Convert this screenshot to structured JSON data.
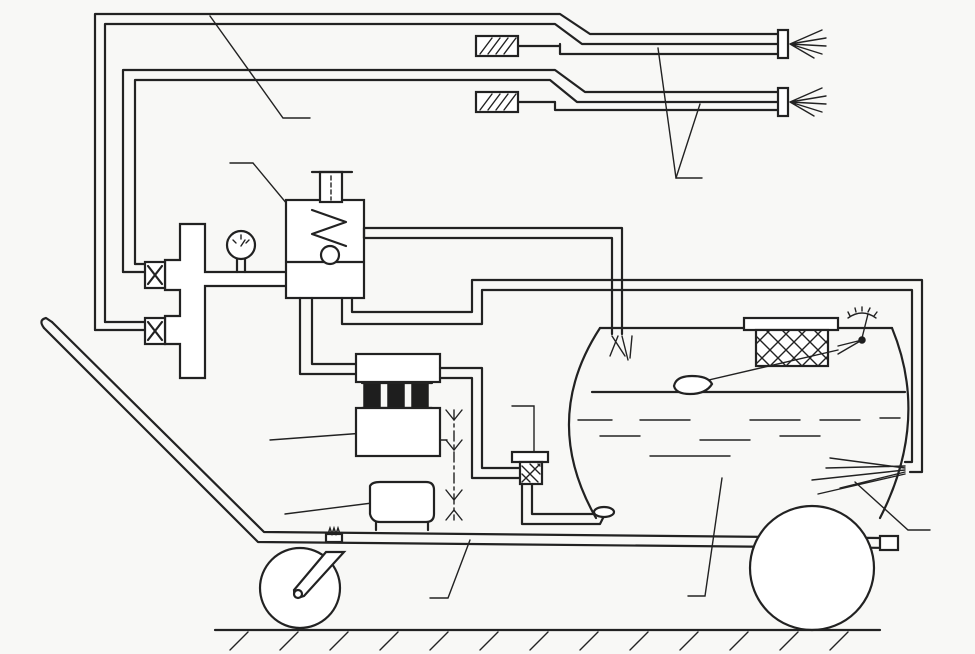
{
  "diagram": {
    "components": [
      {
        "id": "spray-nozzle-upper",
        "icon": "spray-nozzle-icon"
      },
      {
        "id": "spray-nozzle-lower",
        "icon": "spray-nozzle-icon"
      },
      {
        "id": "nozzle-valve-upper",
        "icon": "hatched-valve-icon"
      },
      {
        "id": "nozzle-valve-lower",
        "icon": "hatched-valve-icon"
      },
      {
        "id": "pressure-gauge",
        "icon": "gauge-icon"
      },
      {
        "id": "pressure-relief-valve",
        "icon": "spring-valve-icon"
      },
      {
        "id": "distribution-manifold",
        "icon": "manifold-icon"
      },
      {
        "id": "shutoff-valve-upper",
        "icon": "valve-x-icon"
      },
      {
        "id": "shutoff-valve-lower",
        "icon": "valve-x-icon"
      },
      {
        "id": "pump",
        "icon": "pump-icon"
      },
      {
        "id": "engine",
        "icon": "engine-icon"
      },
      {
        "id": "belt-drive",
        "icon": "belt-icon"
      },
      {
        "id": "inline-filter",
        "icon": "filter-icon"
      },
      {
        "id": "tank",
        "icon": "tank-icon"
      },
      {
        "id": "tank-filler-strainer",
        "icon": "strainer-icon"
      },
      {
        "id": "level-float",
        "icon": "float-icon"
      },
      {
        "id": "agitator-return",
        "icon": "spray-icon"
      },
      {
        "id": "cart-frame",
        "icon": "frame-icon"
      },
      {
        "id": "front-caster-wheel",
        "icon": "wheel-icon"
      },
      {
        "id": "rear-wheel",
        "icon": "wheel-icon"
      }
    ]
  }
}
